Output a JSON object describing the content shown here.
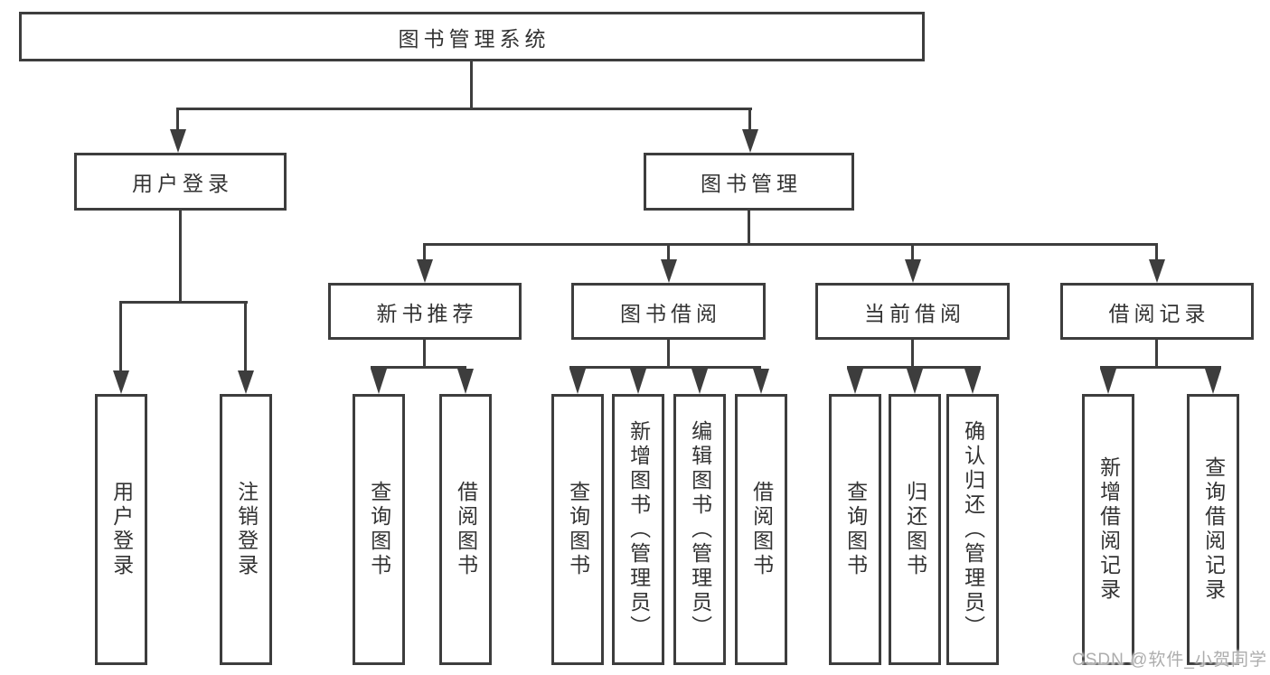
{
  "tree": {
    "label": "图书管理系统",
    "children": [
      {
        "label": "用户登录",
        "children": [
          {
            "label": "用户登录"
          },
          {
            "label": "注销登录"
          }
        ]
      },
      {
        "label": "图书管理",
        "children": [
          {
            "label": "新书推荐",
            "children": [
              {
                "label": "查询图书"
              },
              {
                "label": "借阅图书"
              }
            ]
          },
          {
            "label": "图书借阅",
            "children": [
              {
                "label": "查询图书"
              },
              {
                "label": "新增图书（管理员）"
              },
              {
                "label": "编辑图书（管理员）"
              },
              {
                "label": "借阅图书"
              }
            ]
          },
          {
            "label": "当前借阅",
            "children": [
              {
                "label": "查询图书"
              },
              {
                "label": "归还图书"
              },
              {
                "label": "确认归还（管理员）"
              }
            ]
          },
          {
            "label": "借阅记录",
            "children": [
              {
                "label": "新增借阅记录"
              },
              {
                "label": "查询借阅记录"
              }
            ]
          }
        ]
      }
    ]
  },
  "watermark": {
    "text": "CSDN @软件_小贺同学"
  },
  "colors": {
    "line": "#3d3d3d",
    "text": "#333333",
    "background": "#ffffff",
    "watermark": "#adadad"
  }
}
